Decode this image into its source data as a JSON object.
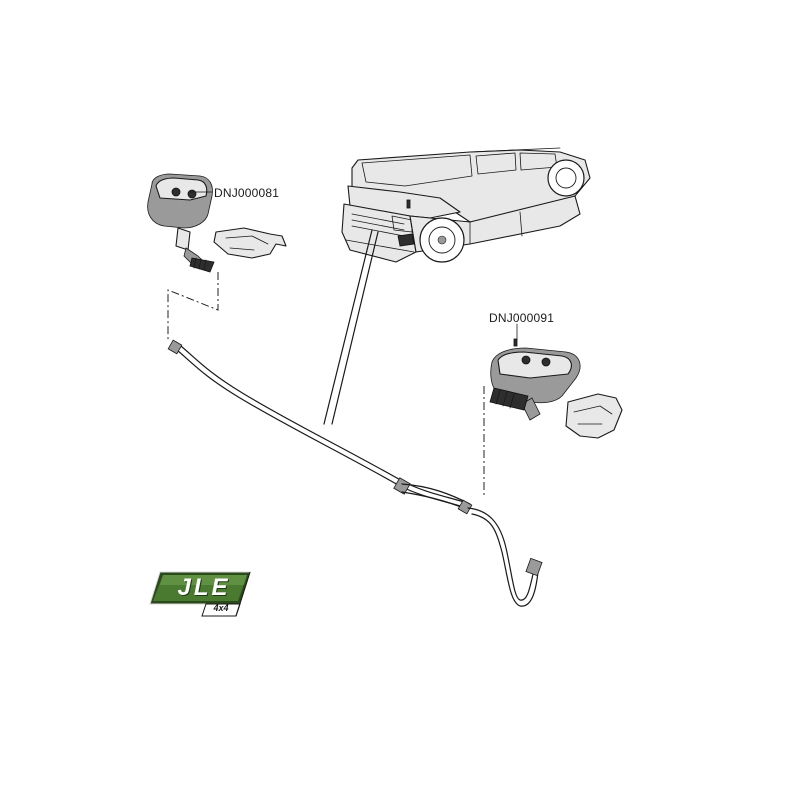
{
  "parts": [
    {
      "id": "washer-jet-left",
      "part_number": "DNJ000081"
    },
    {
      "id": "washer-jet-right",
      "part_number": "DNJ000091"
    }
  ],
  "logo": {
    "main_text": "JLE",
    "sub_text": "4x4",
    "accent_color": "#3f6b2a",
    "dark_color": "#1e3a12"
  },
  "line_color": "#1a1a1a"
}
